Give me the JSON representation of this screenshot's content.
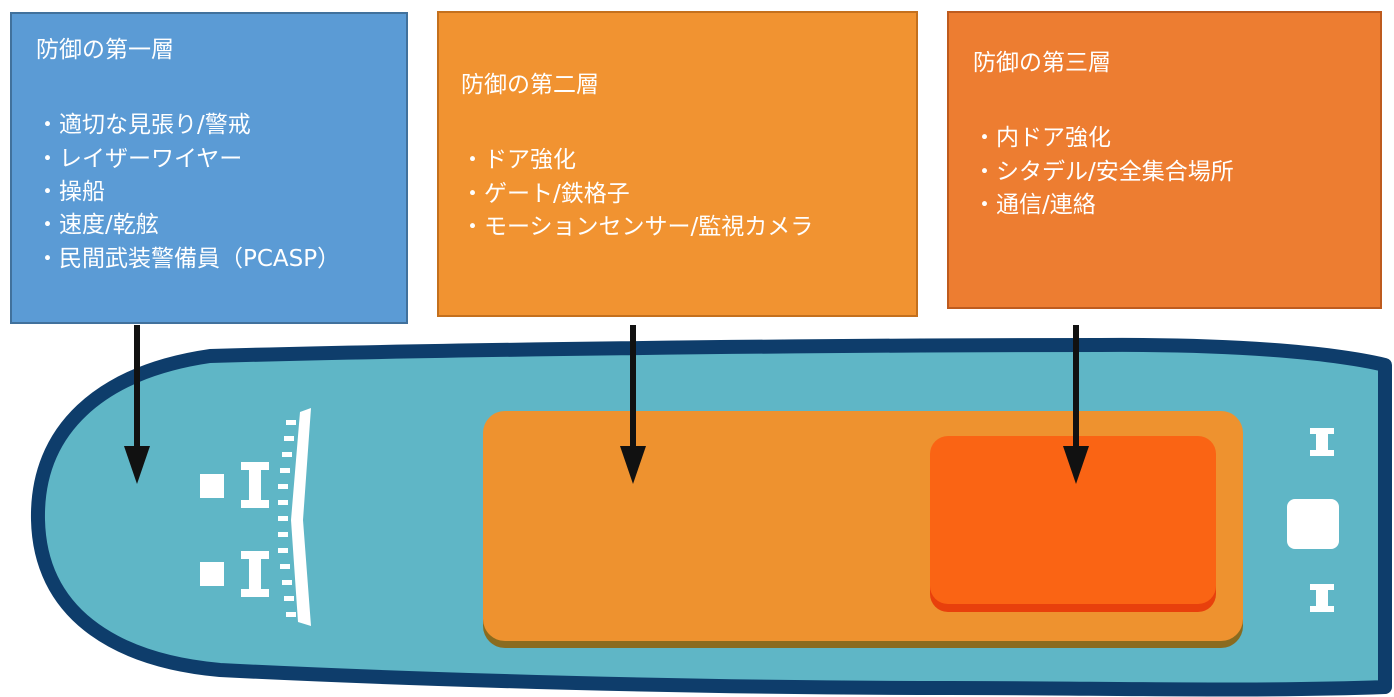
{
  "layers": [
    {
      "title": "防御の第一層",
      "items": [
        "・適切な見張り/警戒",
        "・レイザーワイヤー",
        "・操船",
        "・速度/乾舷",
        "・民間武装警備員（PCASP）"
      ],
      "color": "#5b9bd5"
    },
    {
      "title": "防御の第二層",
      "items": [
        "・ドア強化",
        "・ゲート/鉄格子",
        "・モーションセンサー/監視カメラ"
      ],
      "color": "#f19331"
    },
    {
      "title": "防御の第三層",
      "items": [
        "・内ドア強化",
        "・シタデル/安全集合場所",
        "・通信/連絡"
      ],
      "color": "#ed7d31"
    }
  ],
  "ship": {
    "hull_color": "#5fb6c6",
    "hull_outline_color": "#0e3d6b",
    "deckhouse_color": "#ee922f",
    "citadel_color": "#fa6414"
  }
}
